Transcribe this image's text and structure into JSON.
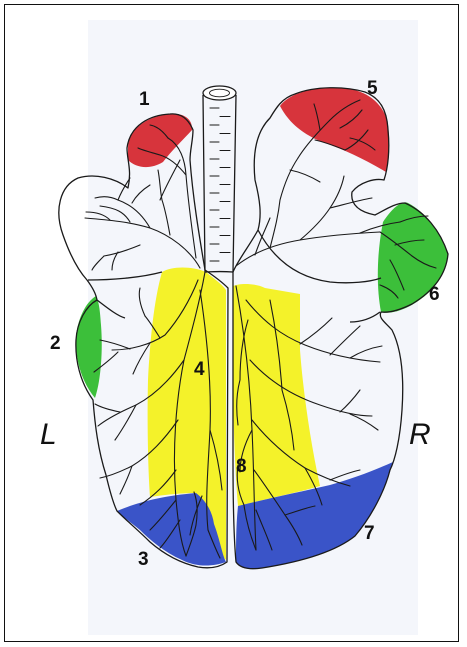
{
  "labels": {
    "seg1": "1",
    "seg2": "2",
    "seg3": "3",
    "seg4": "4",
    "seg5": "5",
    "seg6": "6",
    "seg7": "7",
    "seg8": "8",
    "left": "L",
    "right": "R"
  },
  "colors": {
    "red": "#d7343c",
    "green": "#3cbf3a",
    "blue": "#3a54c8",
    "yellow": "#f4f22a",
    "background_tint": "#f3f5fb"
  }
}
